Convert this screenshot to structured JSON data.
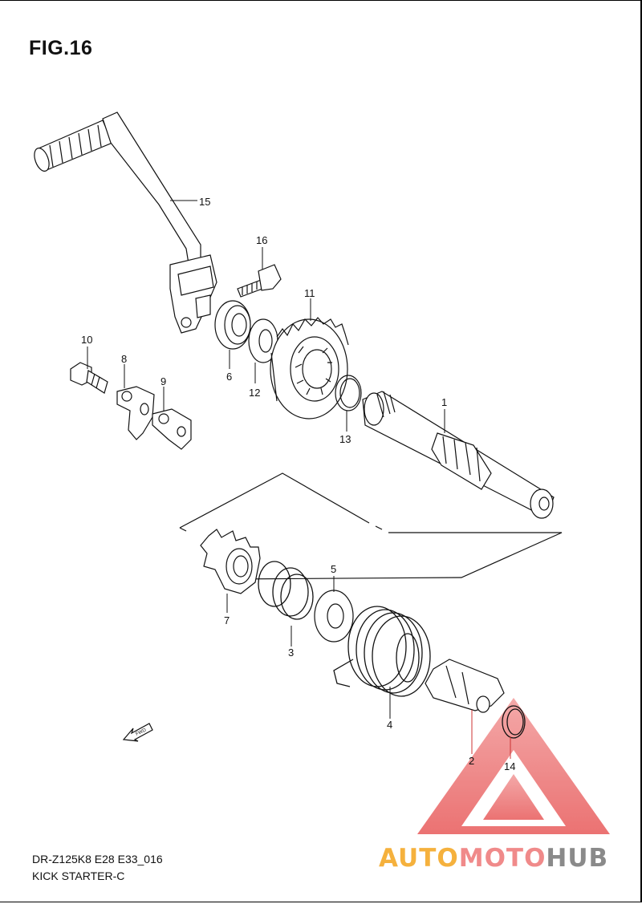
{
  "figure": {
    "title": "FIG.16",
    "model_code": "DR-Z125K8 E28 E33_016",
    "section_name": "KICK STARTER-C"
  },
  "callouts": {
    "p1": "1",
    "p2": "2",
    "p3": "3",
    "p4": "4",
    "p5": "5",
    "p6": "6",
    "p7": "7",
    "p8": "8",
    "p9": "9",
    "p10": "10",
    "p11": "11",
    "p12": "12",
    "p13": "13",
    "p14": "14",
    "p15": "15",
    "p16": "16"
  },
  "fwd_arrow_label": "FWD",
  "watermark": {
    "part1": "AUTO",
    "part2": "MOTO",
    "part3": "HUB",
    "color1": "#f5b13d",
    "color2": "#f08a8a",
    "color3": "#8a8a8a",
    "triangle_color": "#e85a5a"
  }
}
